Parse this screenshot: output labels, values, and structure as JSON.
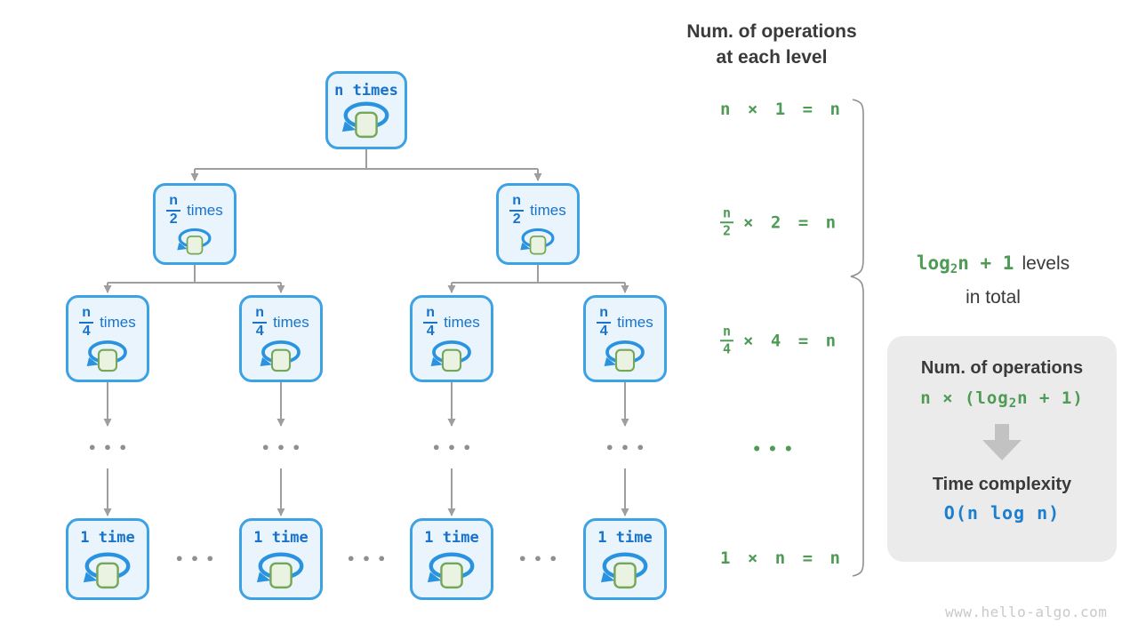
{
  "colors": {
    "node_border": "#3da2e4",
    "node_fill": "#e9f4fc",
    "node_text_blue": "#1873cc",
    "loop_blue": "#2a93e0",
    "square_fill": "#eaf3e1",
    "square_border": "#74a757",
    "formula_green": "#4e9b55",
    "complexity_blue": "#1a7fd0",
    "heading_dark": "#3a3a3a",
    "connector_gray": "#9e9e9e",
    "panel_bg": "#ebebeb",
    "watermark_gray": "#c9c9c9"
  },
  "tree": {
    "root": {
      "label": "n times"
    },
    "l2": {
      "frac_top": "n",
      "frac_bottom": "2",
      "suffix": "times"
    },
    "l3": {
      "frac_top": "n",
      "frac_bottom": "4",
      "suffix": "times"
    },
    "l4": {
      "label": "1 time"
    },
    "column_dots": "•••",
    "row_dots": "•••"
  },
  "right_column": {
    "header_line1": "Num. of operations",
    "header_line2": "at each level",
    "formulas": {
      "row1": "n × 1 = n",
      "row2": {
        "frac_top": "n",
        "frac_bottom": "2",
        "rest": "× 2 = n"
      },
      "row3": {
        "frac_top": "n",
        "frac_bottom": "4",
        "rest": "× 4 = n"
      },
      "dots": "•••",
      "row5": "1 × n = n"
    },
    "brace_label": {
      "log": "log",
      "sub": "2",
      "after": "n + 1",
      "levels": "levels",
      "line2": "in total"
    }
  },
  "summary_panel": {
    "title": "Num. of operations",
    "formula": {
      "pre": "n × (",
      "log": "log",
      "sub": "2",
      "post": "n + 1)"
    },
    "subtitle": "Time complexity",
    "complexity": "O(n log n)"
  },
  "watermark": "www.hello-algo.com"
}
